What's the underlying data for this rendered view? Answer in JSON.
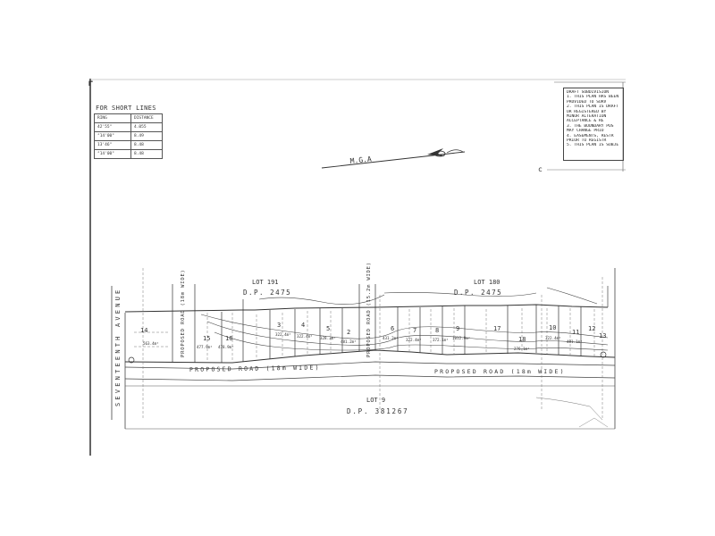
{
  "short_lines": {
    "title": "FOR SHORT LINES",
    "headers": [
      "RING",
      "DISTANCE"
    ],
    "rows": [
      {
        "bearing": "42'55\"",
        "distance": "4.055"
      },
      {
        "bearing": "°14'00\"",
        "distance": "8.49"
      },
      {
        "bearing": "13'46\"",
        "distance": "8.48"
      },
      {
        "bearing": "°14'00\"",
        "distance": "8.48"
      }
    ]
  },
  "notes": {
    "lines": [
      "DRAFT SUBDIVISION",
      "1. THIS PLAN HAS BEEN",
      "   PROVIDED TO SURV",
      "2. THIS PLAN IS DRAFT",
      "   OR REGISTERED BY",
      "   MINOR ALTERATION",
      "   ACCEPTANCE & RE",
      "3. THE BOUNDARY POS",
      "   MAY CHANGE PRIO",
      "4. EASEMENTS, RESTR",
      "   PRIOR TO REGISTR",
      "5. THIS PLAN IS SUBJE"
    ]
  },
  "north": {
    "label": "M.G.A"
  },
  "street": {
    "name": "SEVENTEENTH AVENUE"
  },
  "neighbours": {
    "lot191": {
      "lot": "LOT 191",
      "dp": "D.P. 2475"
    },
    "lot180": {
      "lot": "LOT 180",
      "dp": "D.P. 2475"
    },
    "lot9": {
      "lot": "LOT 9",
      "dp": "D.P. 381267"
    }
  },
  "roads": {
    "main": "PROPOSED ROAD (18m WIDE)",
    "main_right": "PROPOSED ROAD (18m WIDE)",
    "left": "PROPOSED ROAD (18m WIDE)",
    "centre": "PROPOSED ROAD (15.2m WIDE)"
  },
  "lots": [
    {
      "number": "14",
      "area": "563.4m²"
    },
    {
      "number": "15",
      "area": "477.9m²"
    },
    {
      "number": "16",
      "area": "478.9m²"
    },
    {
      "number": "3",
      "area": "322.4m²"
    },
    {
      "number": "4",
      "area": "322.4m²"
    },
    {
      "number": "5",
      "area": "328.3m²"
    },
    {
      "number": "2",
      "area": "481.2m²"
    },
    {
      "number": "6",
      "area": "431.2m²"
    },
    {
      "number": "7",
      "area": "322.4m²"
    },
    {
      "number": "8",
      "area": "372.1m²"
    },
    {
      "number": "9",
      "area": "1012.9m²"
    },
    {
      "number": "17",
      "area": ""
    },
    {
      "number": "18",
      "area": "276.1m²"
    },
    {
      "number": "10",
      "area": "322.4m²"
    },
    {
      "number": "11",
      "area": "481.1m²"
    },
    {
      "number": "12",
      "area": ""
    },
    {
      "number": "13",
      "area": ""
    }
  ]
}
